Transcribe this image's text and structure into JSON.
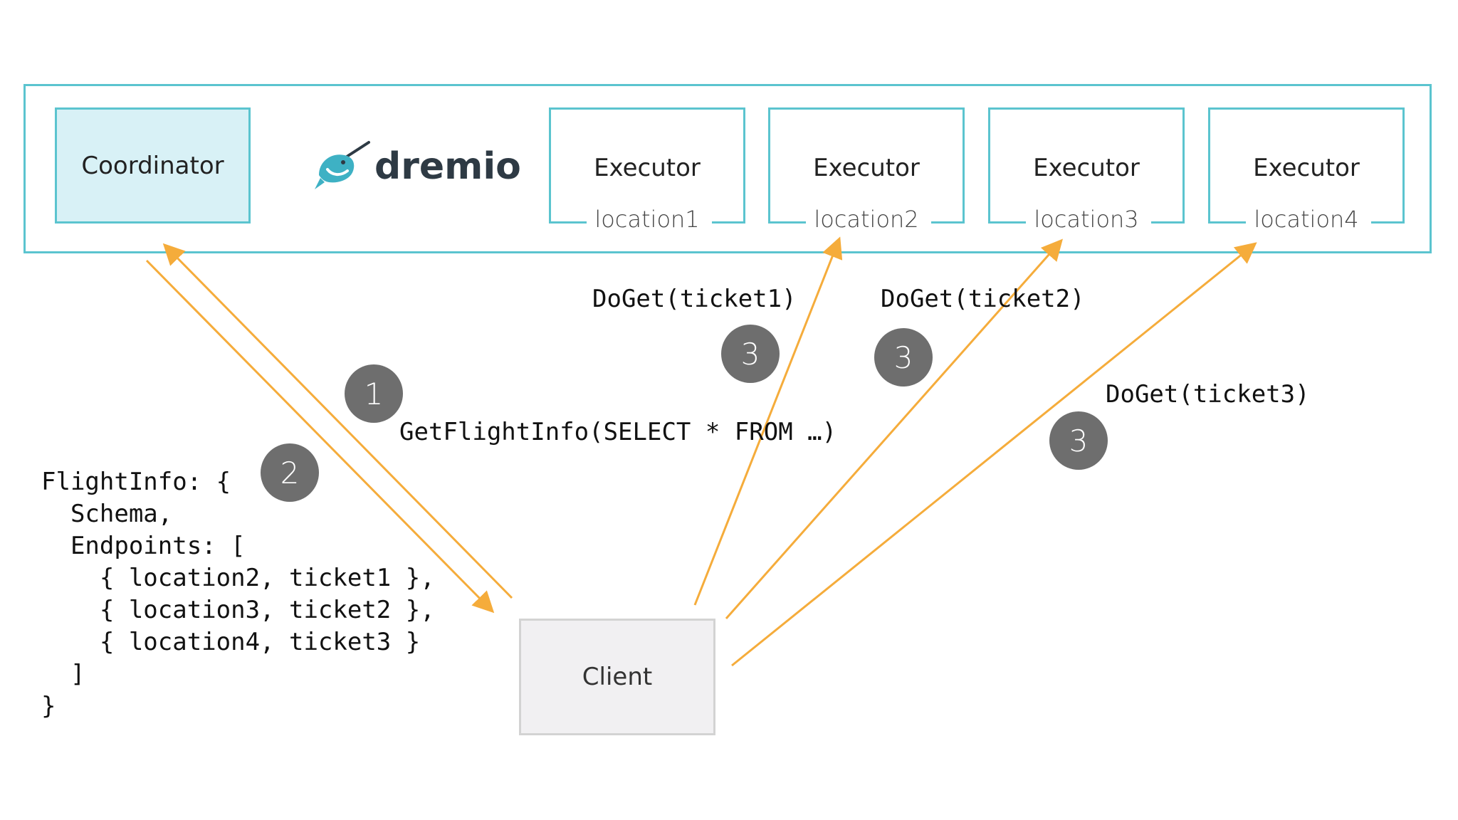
{
  "cluster": {
    "coordinator_label": "Coordinator",
    "logo_text": "dremio",
    "executors": [
      {
        "label": "Executor",
        "location": "location1"
      },
      {
        "label": "Executor",
        "location": "location2"
      },
      {
        "label": "Executor",
        "location": "location3"
      },
      {
        "label": "Executor",
        "location": "location4"
      }
    ]
  },
  "client_label": "Client",
  "calls": {
    "get_flight_info": "GetFlightInfo(SELECT * FROM …)",
    "doget1": "DoGet(ticket1)",
    "doget2": "DoGet(ticket2)",
    "doget3": "DoGet(ticket3)"
  },
  "steps": {
    "step1": "1",
    "step2": "2",
    "step3a": "3",
    "step3b": "3",
    "step3c": "3"
  },
  "flight_info_lines": [
    "FlightInfo: {",
    "  Schema,",
    "  Endpoints: [",
    "    { location2, ticket1 },",
    "    { location3, ticket2 },",
    "    { location4, ticket3 }",
    "  ]",
    "}"
  ],
  "colors": {
    "cluster_border": "#5bc4cf",
    "coordinator_fill": "#d8f1f6",
    "arrow": "#f5ac3b",
    "badge": "#6e6e6e",
    "client_fill": "#f1f0f2"
  }
}
